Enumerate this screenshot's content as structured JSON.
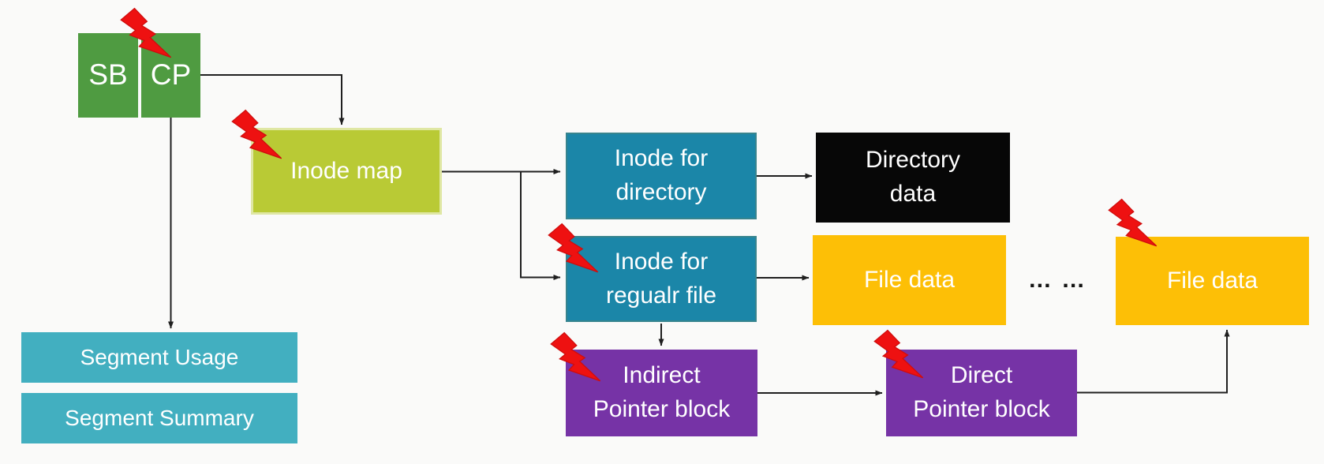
{
  "diagram": {
    "description": "Log-structured file system on-disk layout with crash/failure lightning markers",
    "nodes": {
      "sb": {
        "label": "SB"
      },
      "cp": {
        "label": "CP"
      },
      "inode_map": {
        "label": "Inode map"
      },
      "inode_dir": {
        "line1": "Inode for",
        "line2": "directory"
      },
      "inode_reg": {
        "line1": "Inode for",
        "line2": "regualr file"
      },
      "dir_data": {
        "line1": "Directory",
        "line2": "data"
      },
      "file_data_1": {
        "label": "File data"
      },
      "file_data_2": {
        "label": "File data"
      },
      "indirect_ptr": {
        "line1": "Indirect",
        "line2": "Pointer block"
      },
      "direct_ptr": {
        "line1": "Direct",
        "line2": "Pointer block"
      },
      "seg_usage": {
        "label": "Segment Usage"
      },
      "seg_summary": {
        "label": "Segment Summary"
      }
    },
    "ellipsis": "… …",
    "edges": [
      {
        "from": "cp",
        "to": "inode_map"
      },
      {
        "from": "cp",
        "to": "seg_usage"
      },
      {
        "from": "inode_map",
        "to": "inode_dir"
      },
      {
        "from": "inode_map",
        "to": "inode_reg"
      },
      {
        "from": "inode_dir",
        "to": "dir_data"
      },
      {
        "from": "inode_reg",
        "to": "file_data_1"
      },
      {
        "from": "inode_reg",
        "to": "indirect_ptr"
      },
      {
        "from": "indirect_ptr",
        "to": "direct_ptr"
      },
      {
        "from": "direct_ptr",
        "to": "file_data_2"
      }
    ],
    "crash_markers_on": [
      "cp",
      "inode_map",
      "inode_reg",
      "indirect_ptr",
      "direct_ptr",
      "file_data_2"
    ],
    "colors": {
      "background": "#fafaf9",
      "superblock_green": "#4f9b41",
      "inode_map_lime": "#b9ca35",
      "inode_teal": "#1b86a8",
      "directory_black": "#070707",
      "file_data_gold": "#fdbf06",
      "pointer_purple": "#7633a6",
      "segment_cyan": "#42afc0",
      "bolt_red": "#ee1111",
      "arrow_black": "#1f1f1f",
      "text_white": "#ffffff"
    }
  }
}
